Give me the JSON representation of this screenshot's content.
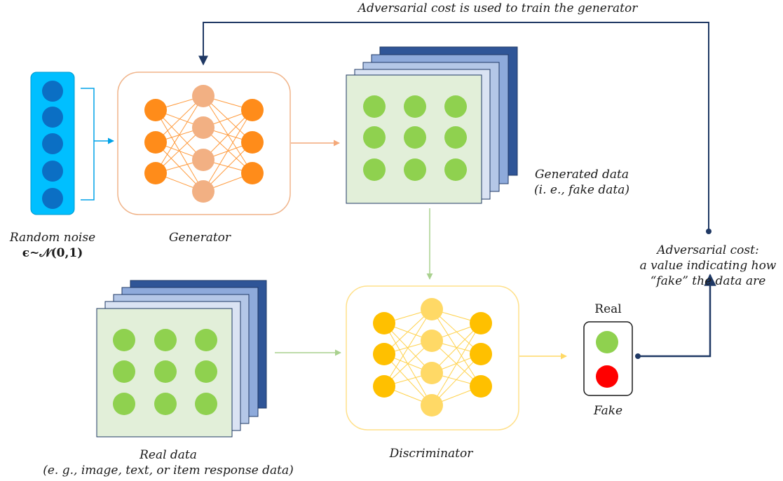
{
  "feedback_caption": "Adversarial cost is used to train the generator",
  "noise": {
    "label": "Random noise",
    "formula": "ϵ~𝒩(0,1)",
    "color": "#00bfff",
    "node_color": "#0b6fc4"
  },
  "generator": {
    "label": "Generator",
    "border_color": "#f0b48a",
    "node_outer": "#ff8c1a",
    "node_hidden": "#f2b083"
  },
  "generated_data": {
    "label_line1": "Generated data",
    "label_line2": "(i. e., fake data)"
  },
  "real_data": {
    "label_line1": "Real data",
    "label_line2": "(e. g., image, text, or item response data)"
  },
  "discriminator": {
    "label": "Discriminator",
    "border_color": "#ffe08a",
    "node_outer": "#ffc000",
    "node_hidden": "#ffd966"
  },
  "output": {
    "real_label": "Real",
    "fake_label": "Fake",
    "real_color": "#8fd14f",
    "fake_color": "#ff0000"
  },
  "cost": {
    "line1": "Adversarial cost:",
    "line2": "a value indicating how",
    "line3": "“fake” the data are"
  },
  "colors": {
    "feedback_arrow": "#1f3864",
    "data_fill": "#e2efd9",
    "data_dot": "#8fd14f",
    "layer_colors": [
      "#2f5597",
      "#8eaadb",
      "#b4c7e7",
      "#dae3f3"
    ]
  }
}
